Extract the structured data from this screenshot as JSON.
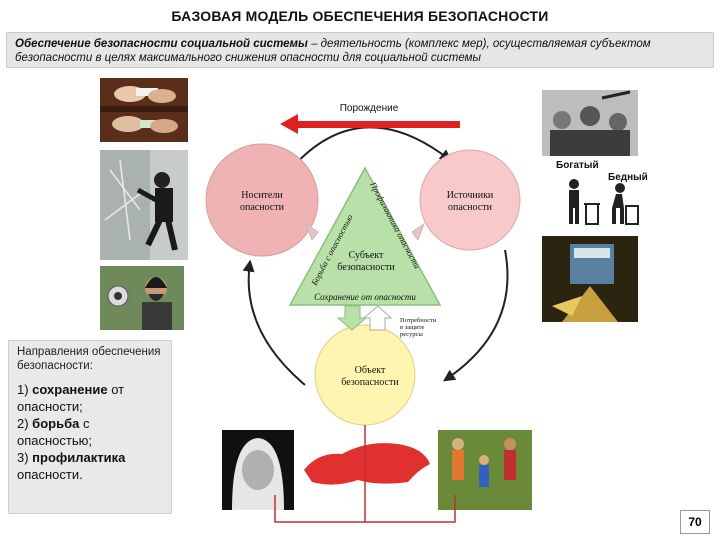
{
  "title": "БАЗОВАЯ МОДЕЛЬ ОБЕСПЕЧЕНИЯ БЕЗОПАСНОСТИ",
  "definition": {
    "term": "Обеспечение безопасности социальной системы",
    "text": " – деятельность (комплекс мер), осуществляемая субъектом безопасности в целях максимального снижения опасности для социальной системы"
  },
  "diagram": {
    "arrow_label": "Порождение",
    "circle_left": [
      "Носители",
      "опасности"
    ],
    "circle_right": [
      "Источники",
      "опасности"
    ],
    "circle_bottom": [
      "Объект",
      "безопасности"
    ],
    "triangle_center": [
      "Субъект",
      "безопасности"
    ],
    "triangle_left_side": "Борьба с опасностью",
    "triangle_right_side": "Профилактика опасности",
    "triangle_bottom_side": "Сохранение от опасности",
    "needs_note": [
      "Потребности",
      "в защите",
      "ресурсы"
    ],
    "colors": {
      "circle_pink": "#f0b3b3",
      "circle_yellow": "#fff5b0",
      "triangle_green": "#b8e0a8",
      "arrow_red": "#e02020"
    }
  },
  "labels": {
    "rich": "Богатый",
    "poor": "Бедный"
  },
  "directions": {
    "heading": "Направления обеспечения безопасности:",
    "items": [
      {
        "num": "1) ",
        "bold": "сохранение",
        "rest": " от опасности;"
      },
      {
        "num": "2) ",
        "bold": "борьба",
        "rest": " с опасностью;"
      },
      {
        "num": "3) ",
        "bold": "профилактика",
        "rest": " опасности."
      }
    ]
  },
  "page_number": "70",
  "icons": [
    "rich-person-icon",
    "poor-person-icon",
    "trash-can-icon"
  ]
}
